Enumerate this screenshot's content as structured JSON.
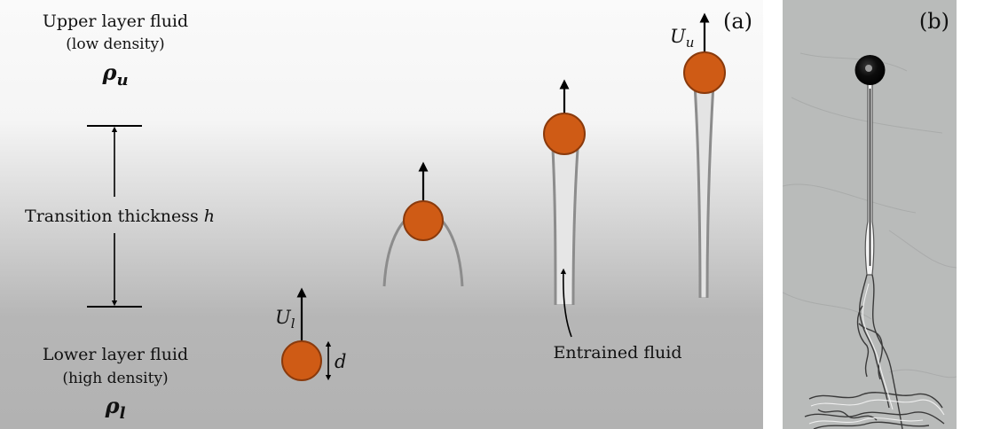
{
  "panel_a": {
    "label": "(a)",
    "upper_fluid": {
      "line1": "Upper layer fluid",
      "line2": "(low density)",
      "symbol": "ρ",
      "subscript": "u"
    },
    "lower_fluid": {
      "line1": "Lower layer fluid",
      "line2": "(high density)",
      "symbol": "ρ",
      "subscript": "l"
    },
    "transition": {
      "text": "Transition thickness",
      "symbol": "h"
    },
    "velocity_lower": {
      "symbol": "U",
      "subscript": "l"
    },
    "velocity_upper": {
      "symbol": "U",
      "subscript": "u"
    },
    "diameter": "d",
    "entrained": "Entrained fluid",
    "colors": {
      "sphere": "#cf5b15",
      "sphere_edge": "#8a3a0c",
      "wake": "#8c8c8c",
      "upper_bg": "#f9f9f9",
      "lower_bg": "#b3b3b3"
    }
  },
  "panel_b": {
    "label": "(b)",
    "colors": {
      "background": "#b9bbba",
      "sphere": "#0c0c0c"
    }
  }
}
